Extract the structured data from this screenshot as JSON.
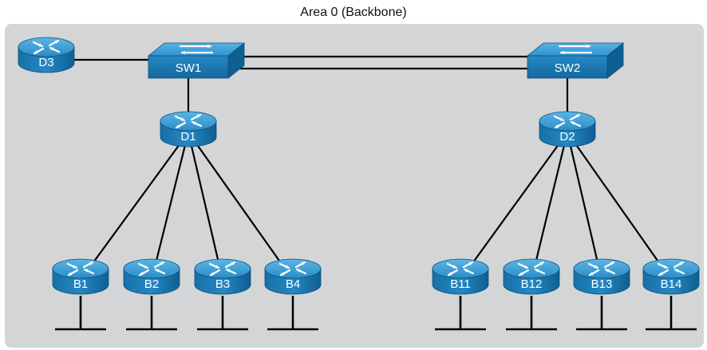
{
  "area": {
    "title": "Area 0 (Backbone)",
    "background_color": "#d4d5d7"
  },
  "colors": {
    "device_blue": "#1f7fb8",
    "device_top": "#3a9fd6",
    "device_side": "#0d5d8f",
    "link": "#000000"
  },
  "switches": [
    {
      "id": "SW1",
      "label": "SW1",
      "icon": "switch-icon"
    },
    {
      "id": "SW2",
      "label": "SW2",
      "icon": "switch-icon"
    }
  ],
  "routers": [
    {
      "id": "D3",
      "label": "D3",
      "role": "distribution",
      "icon": "router-icon"
    },
    {
      "id": "D1",
      "label": "D1",
      "role": "distribution",
      "icon": "router-icon"
    },
    {
      "id": "D2",
      "label": "D2",
      "role": "distribution",
      "icon": "router-icon"
    },
    {
      "id": "B1",
      "label": "B1",
      "role": "branch",
      "icon": "router-icon"
    },
    {
      "id": "B2",
      "label": "B2",
      "role": "branch",
      "icon": "router-icon"
    },
    {
      "id": "B3",
      "label": "B3",
      "role": "branch",
      "icon": "router-icon"
    },
    {
      "id": "B4",
      "label": "B4",
      "role": "branch",
      "icon": "router-icon"
    },
    {
      "id": "B11",
      "label": "B11",
      "role": "branch",
      "icon": "router-icon"
    },
    {
      "id": "B12",
      "label": "B12",
      "role": "branch",
      "icon": "router-icon"
    },
    {
      "id": "B13",
      "label": "B13",
      "role": "branch",
      "icon": "router-icon"
    },
    {
      "id": "B14",
      "label": "B14",
      "role": "branch",
      "icon": "router-icon"
    }
  ],
  "links": [
    {
      "from": "D3",
      "to": "SW1"
    },
    {
      "from": "SW1",
      "to": "SW2",
      "count": 2
    },
    {
      "from": "SW1",
      "to": "D1"
    },
    {
      "from": "SW2",
      "to": "D2"
    },
    {
      "from": "D1",
      "to": "B1"
    },
    {
      "from": "D1",
      "to": "B2"
    },
    {
      "from": "D1",
      "to": "B3"
    },
    {
      "from": "D1",
      "to": "B4"
    },
    {
      "from": "D2",
      "to": "B11"
    },
    {
      "from": "D2",
      "to": "B12"
    },
    {
      "from": "D2",
      "to": "B13"
    },
    {
      "from": "D2",
      "to": "B14"
    }
  ],
  "lan_segments": [
    "B1",
    "B2",
    "B3",
    "B4",
    "B11",
    "B12",
    "B13",
    "B14"
  ]
}
